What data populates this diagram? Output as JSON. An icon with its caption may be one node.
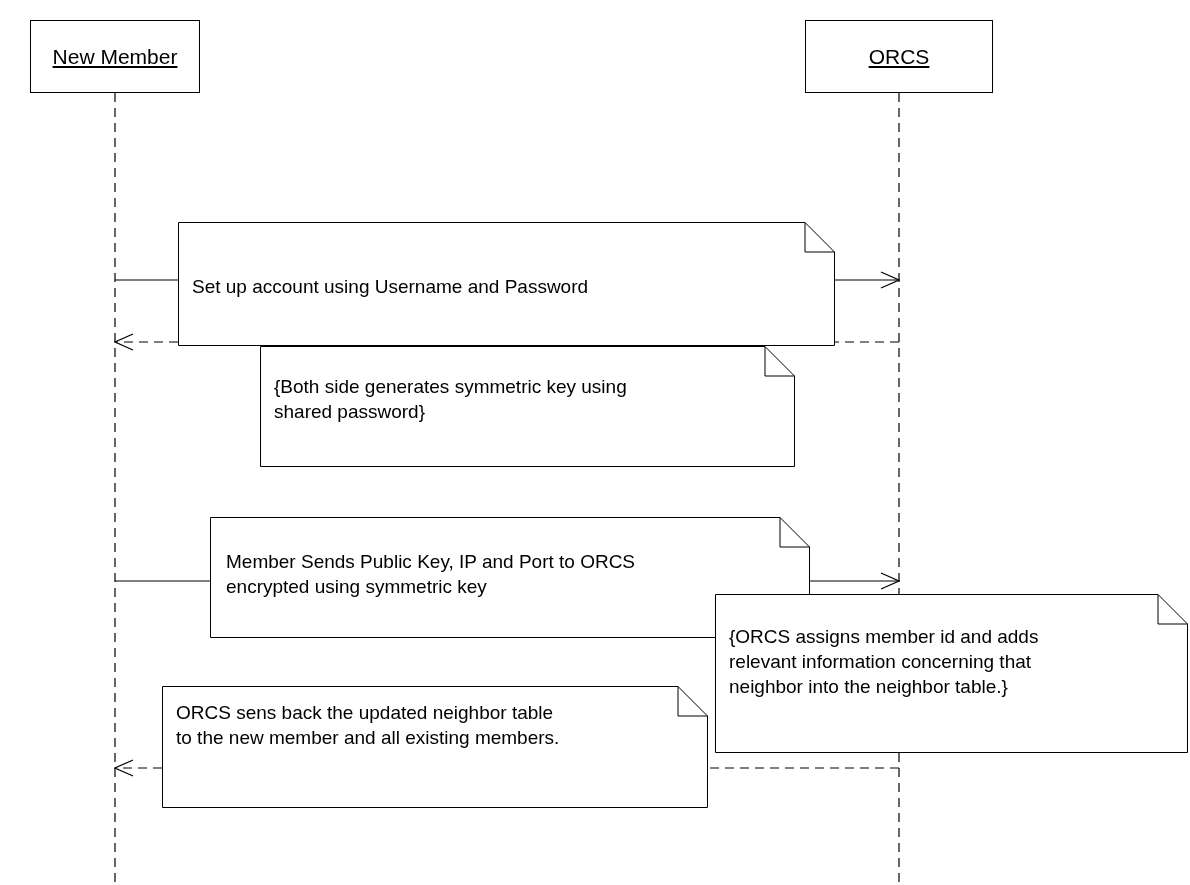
{
  "diagram": {
    "nodes": [
      {
        "text": [
          "New Member"
        ]
      },
      {
        "text": [
          "ORCS"
        ]
      },
      {
        "text": [
          "Set up account using Username and Password"
        ]
      },
      {
        "text": [
          "{Both side generates symmetric key using shared password}"
        ]
      },
      {
        "text": [
          "Member Sends Public Key, IP and Port to ORCS encrypted using symmetric key"
        ]
      },
      {
        "text": [
          "{ORCS assigns member id and adds relevant information concerning that neighbor into the neighbor table.}"
        ]
      },
      {
        "text": [
          "ORCS sens back the updated neighbor table to the new member and all existing members."
        ]
      }
    ],
    "edges": [
      {
        "from": 0,
        "to": 2,
        "arrow": "none"
      },
      {
        "from": 2,
        "to": 1,
        "arrow": "to"
      },
      {
        "from": 1,
        "to": 2,
        "arrow": "none",
        "style": "dashed"
      },
      {
        "from": 2,
        "to": 0,
        "arrow": "to",
        "style": "dashed"
      },
      {
        "from": 0,
        "to": 4,
        "arrow": "none"
      },
      {
        "from": 4,
        "to": 1,
        "arrow": "to"
      },
      {
        "from": 1,
        "to": 6,
        "arrow": "none",
        "style": "dashed"
      },
      {
        "from": 6,
        "to": 0,
        "arrow": "to",
        "style": "dashed"
      }
    ]
  }
}
